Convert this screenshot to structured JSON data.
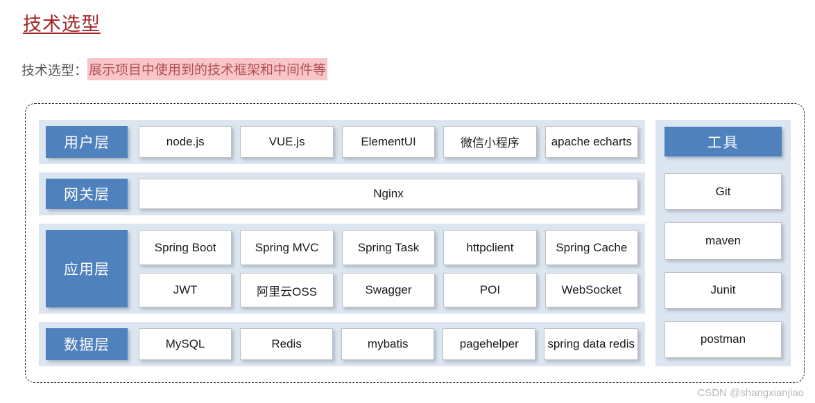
{
  "header": {
    "title": "技术选型",
    "subtitle_label": "技术选型：",
    "subtitle_highlight": "展示项目中使用到的技术框架和中间件等",
    "title_color": "#a32727",
    "highlight_bg": "#f8c5c8",
    "highlight_color": "#b05055"
  },
  "theme": {
    "chip_blue": "#4f81bd",
    "band_blue": "#dce6f1",
    "box_white": "#ffffff",
    "box_border": "#bfbfbf",
    "panel_border": "#2b2b2b"
  },
  "diagram": {
    "layers": [
      {
        "name": "用户层",
        "rows": [
          [
            "node.js",
            "VUE.js",
            "ElementUI",
            "微信小程序",
            "apache echarts"
          ]
        ]
      },
      {
        "name": "网关层",
        "rows": [
          [
            "Nginx"
          ]
        ]
      },
      {
        "name": "应用层",
        "rows": [
          [
            "Spring Boot",
            "Spring MVC",
            "Spring Task",
            "httpclient",
            "Spring Cache"
          ],
          [
            "JWT",
            "阿里云OSS",
            "Swagger",
            "POI",
            "WebSocket"
          ]
        ]
      },
      {
        "name": "数据层",
        "rows": [
          [
            "MySQL",
            "Redis",
            "mybatis",
            "pagehelper",
            "spring data redis"
          ]
        ]
      }
    ],
    "tools": {
      "title": "工具",
      "items": [
        "Git",
        "maven",
        "Junit",
        "postman"
      ]
    }
  },
  "watermark": "CSDN @shangxianjiao"
}
